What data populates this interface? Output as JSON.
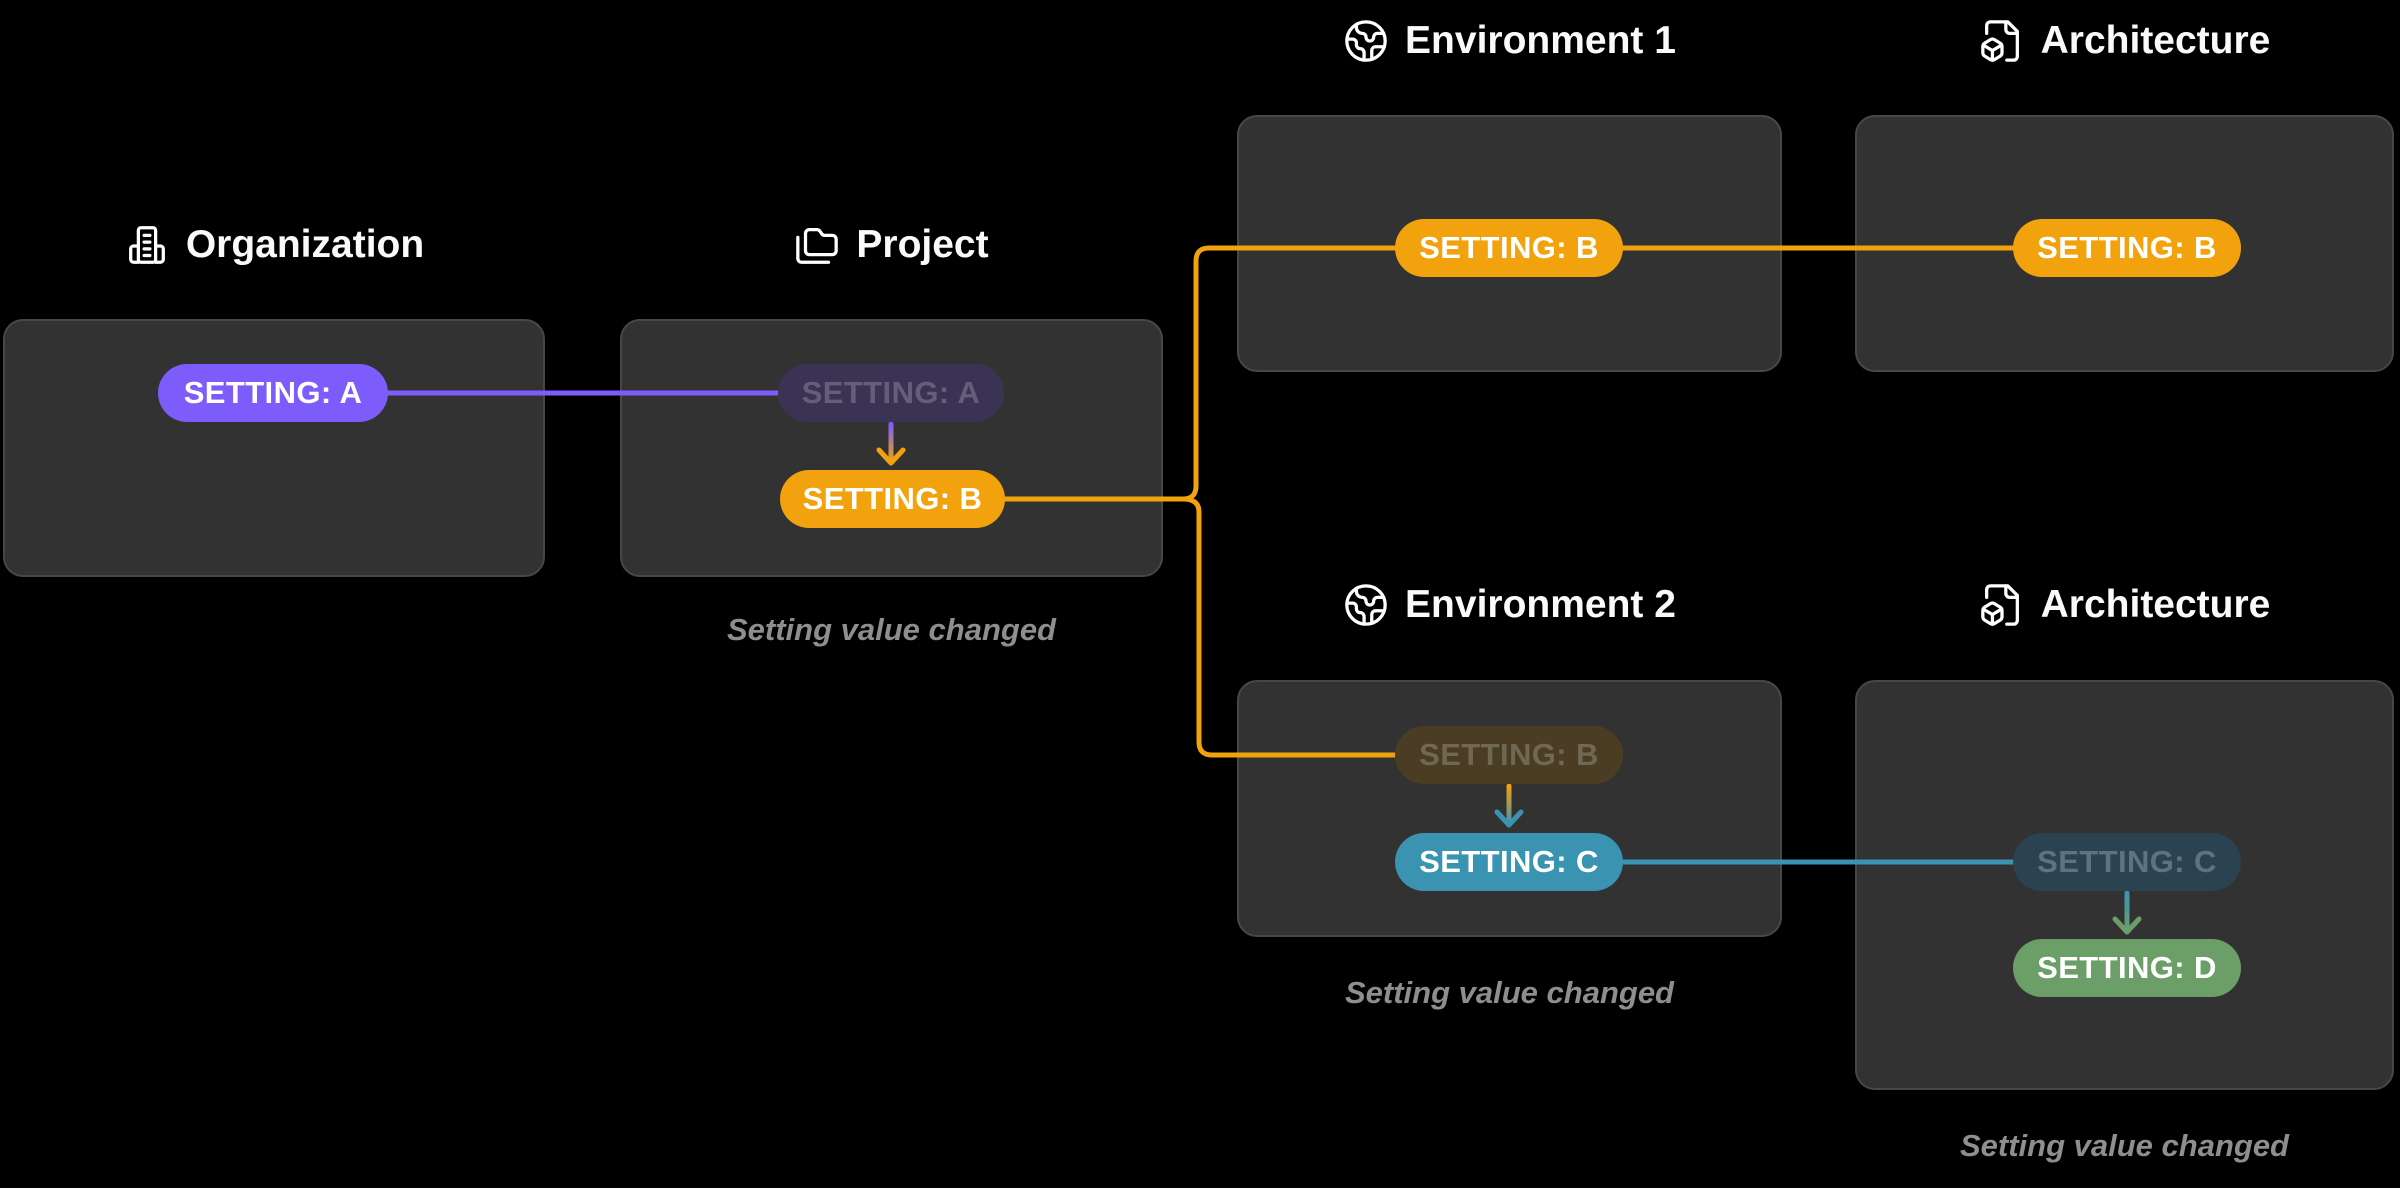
{
  "nodes": [
    {
      "id": "organization",
      "title": "Organization",
      "icon": "building-icon",
      "pills": [
        {
          "label": "SETTING: A",
          "variant": "purple"
        }
      ]
    },
    {
      "id": "project",
      "title": "Project",
      "icon": "folders-icon",
      "pills": [
        {
          "label": "SETTING: A",
          "variant": "purple-faded"
        },
        {
          "label": "SETTING: B",
          "variant": "orange"
        }
      ],
      "caption": "Setting value changed"
    },
    {
      "id": "environment-1",
      "title": "Environment 1",
      "icon": "globe-icon",
      "pills": [
        {
          "label": "SETTING: B",
          "variant": "orange"
        }
      ]
    },
    {
      "id": "architecture-1",
      "title": "Architecture",
      "icon": "file-box-icon",
      "pills": [
        {
          "label": "SETTING: B",
          "variant": "orange"
        }
      ]
    },
    {
      "id": "environment-2",
      "title": "Environment 2",
      "icon": "globe-icon",
      "pills": [
        {
          "label": "SETTING: B",
          "variant": "orange-faded"
        },
        {
          "label": "SETTING: C",
          "variant": "teal"
        }
      ],
      "caption": "Setting value changed"
    },
    {
      "id": "architecture-2",
      "title": "Architecture",
      "icon": "file-box-icon",
      "pills": [
        {
          "label": "SETTING: C",
          "variant": "teal-faded"
        },
        {
          "label": "SETTING: D",
          "variant": "green"
        }
      ],
      "caption": "Setting value changed"
    }
  ],
  "colors": {
    "purple": "#7C5CFA",
    "orange": "#F2A20D",
    "teal": "#3993B1",
    "green": "#6C9F68",
    "card_background": "#323232",
    "caption_text": "#8e8e8e"
  }
}
